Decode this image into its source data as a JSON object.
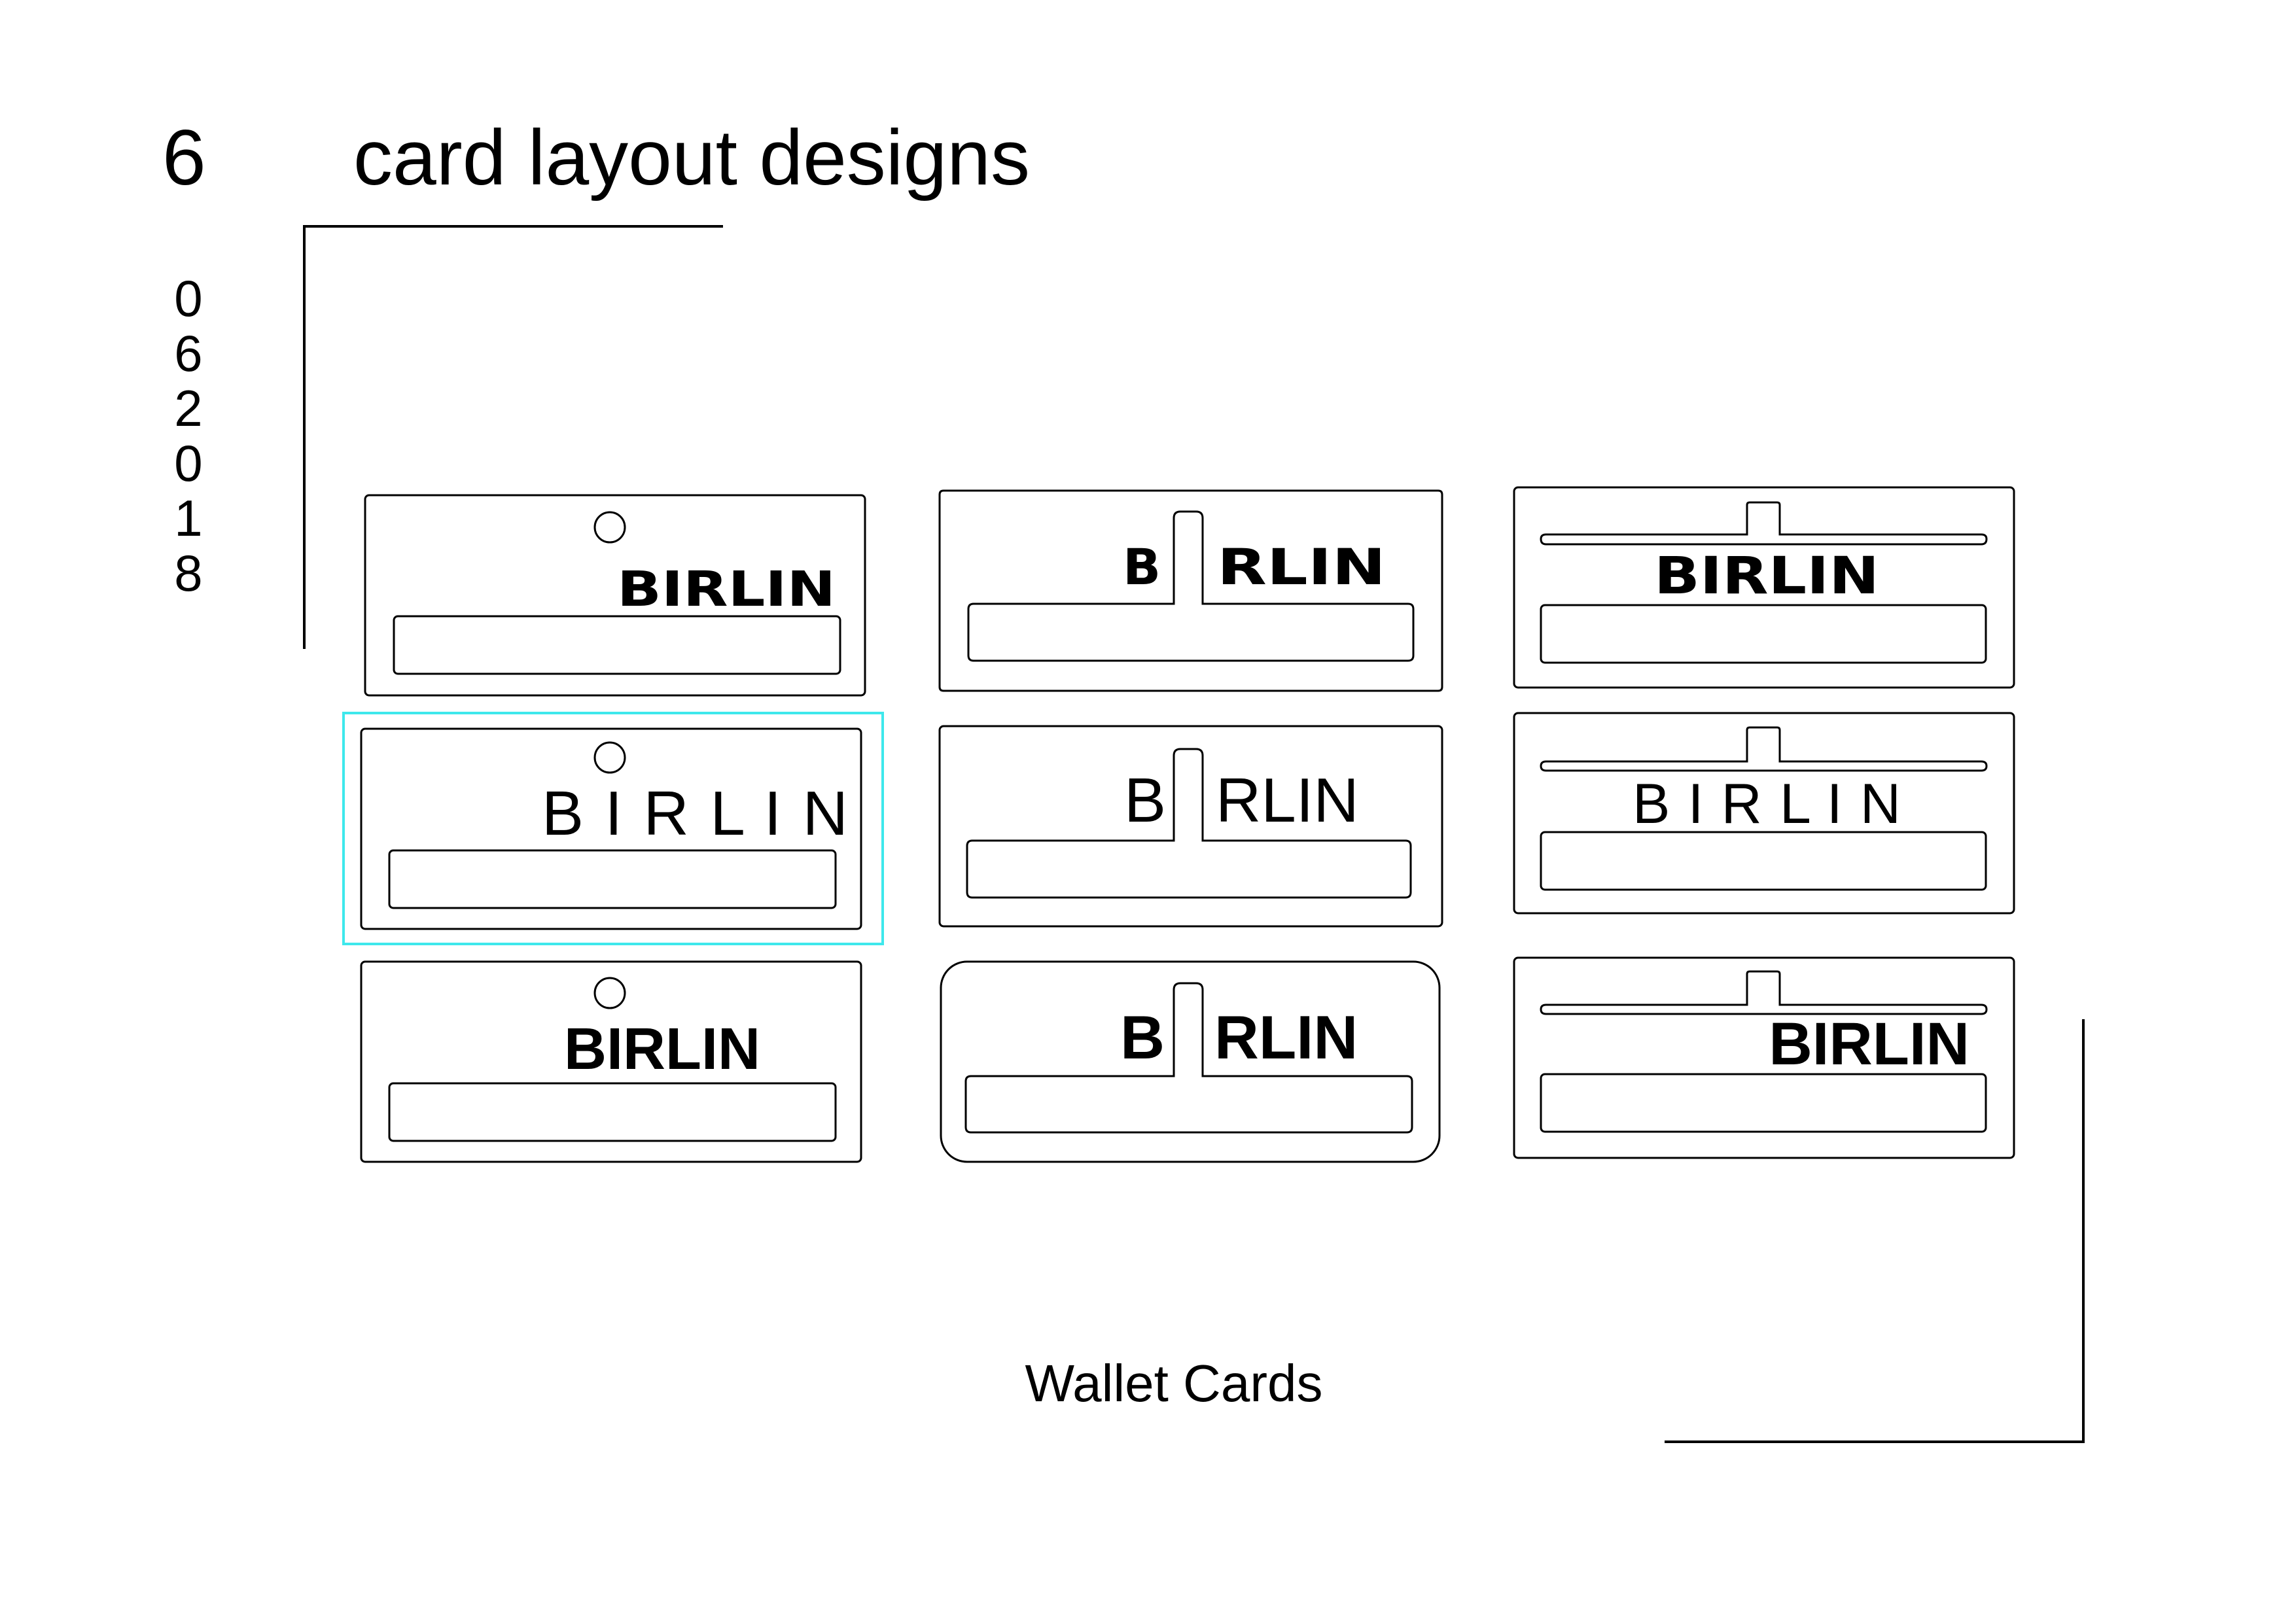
{
  "header": {
    "number": "6",
    "title": "card layout designs"
  },
  "date_digits": [
    "0",
    "6",
    "2",
    "0",
    "1",
    "8"
  ],
  "footer": {
    "caption": "Wallet Cards"
  },
  "cards": [
    {
      "brand": "BIRLIN"
    },
    {
      "brand_left": "B",
      "brand_right": "RLIN"
    },
    {
      "brand": "BIRLIN"
    },
    {
      "brand": "B I R L I N"
    },
    {
      "brand_left": "B",
      "brand_right": "RLIN"
    },
    {
      "brand": "B I R L I N"
    },
    {
      "brand": "BIRLIN"
    },
    {
      "brand_left": "B",
      "brand_right": "RLIN"
    },
    {
      "brand": "BIRLIN"
    }
  ],
  "colors": {
    "selection": "#3ee8ec",
    "ink": "#000000",
    "background": "#ffffff"
  }
}
